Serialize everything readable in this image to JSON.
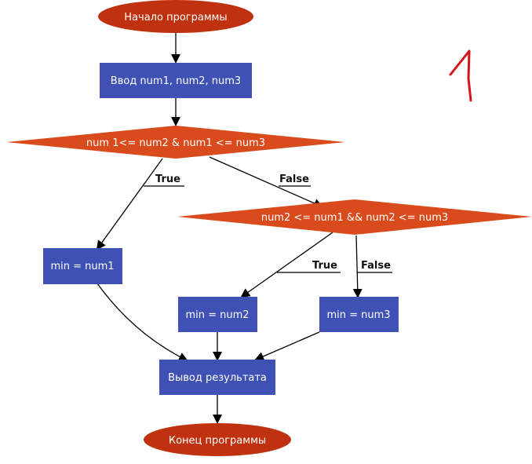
{
  "colors": {
    "terminal": "#c0320f",
    "process": "#3f51b5",
    "decision": "#d94a1c",
    "annotation": "#d6141c"
  },
  "nodes": {
    "start": "Начало программы",
    "input": "Ввод num1, num2, num3",
    "cond1": "num 1<= num2 & num1 <= num3",
    "cond2": "num2 <= num1 && num2 <= num3",
    "min1": "min = num1",
    "min2": "min = num2",
    "min3": "min = num3",
    "output": "Вывод результата",
    "end": "Конец программы"
  },
  "edge_labels": {
    "cond1_true": "True",
    "cond1_false": "False",
    "cond2_true": "True",
    "cond2_false": "False"
  },
  "annotation": {
    "handwritten_number": "1"
  }
}
